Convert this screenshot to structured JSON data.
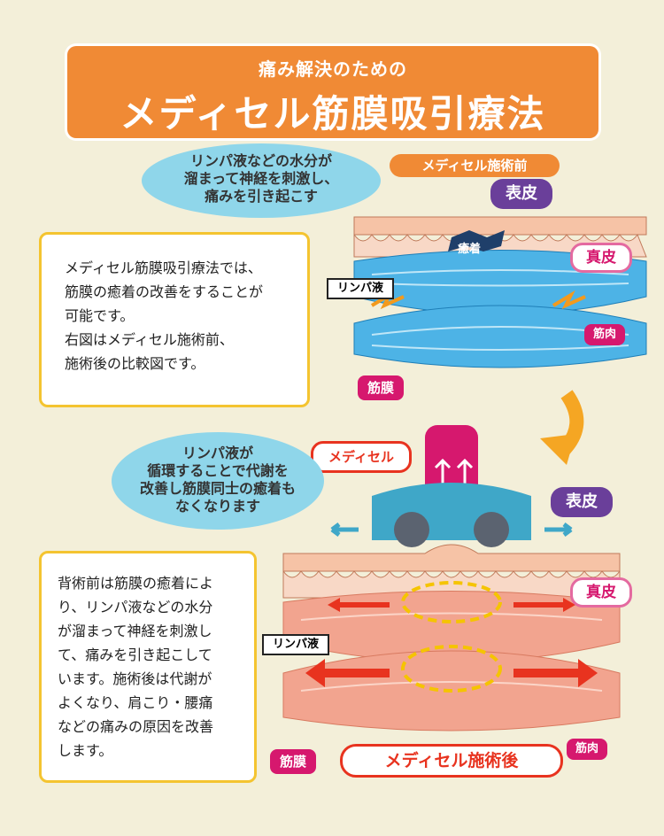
{
  "banner": {
    "subtitle": "痛み解決のための",
    "title": "メディセル筋膜吸引療法"
  },
  "top": {
    "bubble_lines": [
      "リンパ液などの水分が",
      "溜まって神経を刺激し、",
      "痛みを引き起こす"
    ],
    "state_label": "メディセル施術前",
    "labels": {
      "epidermis": "表皮",
      "dermis": "真皮",
      "adhesion": "癒着",
      "lymph": "リンパ液",
      "muscle": "筋肉",
      "fascia": "筋膜"
    },
    "text_lines": [
      "メディセル筋膜吸引療法では、",
      "筋膜の癒着の改善をすることが",
      "可能です。",
      "右図はメディセル施術前、",
      "施術後の比較図です。"
    ]
  },
  "bottom": {
    "bubble_lines": [
      "リンパ液が",
      "循環することで代謝を",
      "改善し筋膜同士の癒着も",
      "なくなります"
    ],
    "device_label": "メディセル",
    "state_label": "メディセル施術後",
    "labels": {
      "epidermis": "表皮",
      "dermis": "真皮",
      "lymph": "リンパ液",
      "muscle": "筋肉",
      "fascia": "筋膜"
    },
    "text_lines": [
      "背術前は筋膜の癒着によ",
      "り、リンパ液などの水分",
      "が溜まって神経を刺激し",
      "て、痛みを引き起こして",
      "います。施術後は代謝が",
      "よくなり、肩こり・腰痛",
      "などの痛みの原因を改善",
      "します。"
    ]
  },
  "colors": {
    "orange": "#f08a35",
    "purple": "#6a3f9a",
    "magenta": "#d6186e",
    "blue_muscle": "#4db3e6",
    "pink_muscle": "#f2a48f"
  }
}
